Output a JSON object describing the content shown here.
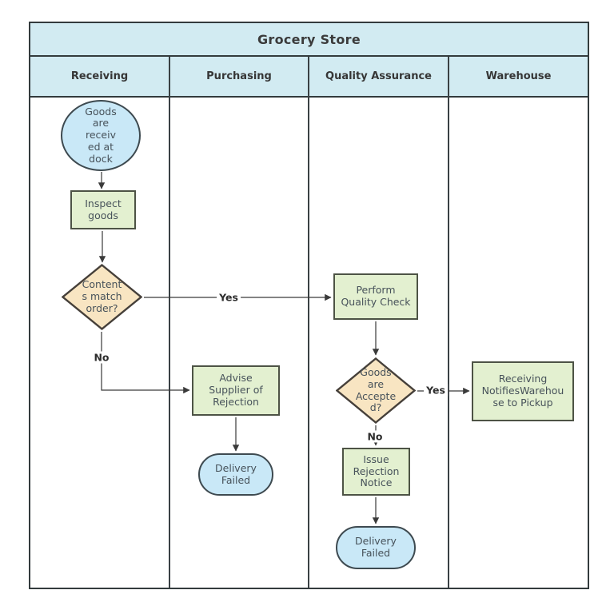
{
  "diagram": {
    "title": "Grocery Store",
    "lanes": [
      {
        "label": "Receiving"
      },
      {
        "label": "Purchasing"
      },
      {
        "label": "Quality Assurance"
      },
      {
        "label": "Warehouse"
      }
    ],
    "nodes": {
      "start": {
        "type": "start",
        "lane": "Receiving",
        "label": "Goods\nare\nreceiv\ned at\ndock"
      },
      "inspect_goods": {
        "type": "process",
        "lane": "Receiving",
        "label": "Inspect\ngoods"
      },
      "contents_match": {
        "type": "decision",
        "lane": "Receiving",
        "label": "Content\ns match\norder?"
      },
      "advise_supplier": {
        "type": "process",
        "lane": "Purchasing",
        "label": "Advise\nSupplier of\nRejection"
      },
      "delivery_failed_purchasing": {
        "type": "terminal",
        "lane": "Purchasing",
        "label": "Delivery\nFailed"
      },
      "perform_quality_check": {
        "type": "process",
        "lane": "Quality Assurance",
        "label": "Perform\nQuality Check"
      },
      "goods_accepted": {
        "type": "decision",
        "lane": "Quality Assurance",
        "label": "Goods\nare\nAccepte\nd?"
      },
      "issue_rejection_notice": {
        "type": "process",
        "lane": "Quality Assurance",
        "label": "Issue\nRejection\nNotice"
      },
      "delivery_failed_qa": {
        "type": "terminal",
        "lane": "Quality Assurance",
        "label": "Delivery\nFailed"
      },
      "receiving_notifies_warehouse": {
        "type": "process",
        "lane": "Warehouse",
        "label": "Receiving\nNotifiesWarehou\nse to Pickup"
      }
    },
    "edge_labels": {
      "contents_match_yes": "Yes",
      "contents_match_no": "No",
      "goods_accepted_yes": "Yes",
      "goods_accepted_no": "No"
    },
    "colors": {
      "lane_header_bg": "#d2ebf2",
      "terminal_fill": "#c9e8f7",
      "process_fill": "#e3f0d0",
      "decision_fill": "#f8e5c2",
      "frame_border": "#333b3d",
      "arrow": "#3a3a3a"
    }
  }
}
